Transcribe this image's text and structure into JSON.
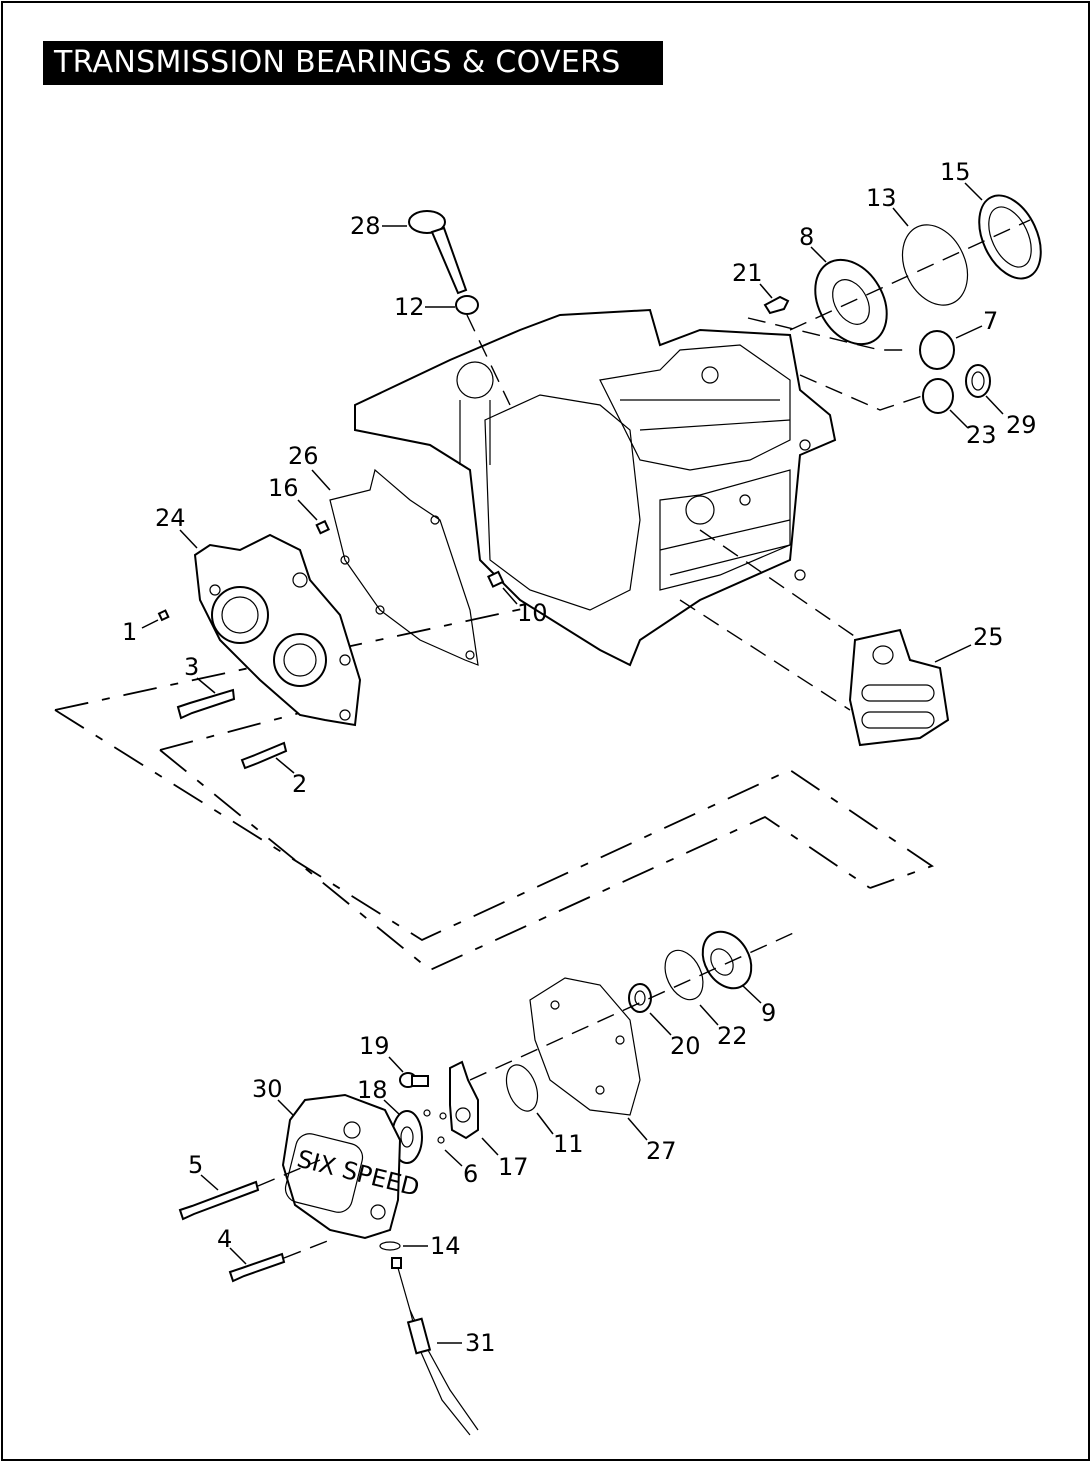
{
  "title": "TRANSMISSION BEARINGS & COVERS",
  "cover_text": "SIX SPEED",
  "callouts": [
    {
      "id": "c1",
      "label": "1"
    },
    {
      "id": "c2",
      "label": "2"
    },
    {
      "id": "c3",
      "label": "3"
    },
    {
      "id": "c4",
      "label": "4"
    },
    {
      "id": "c5",
      "label": "5"
    },
    {
      "id": "c6",
      "label": "6"
    },
    {
      "id": "c7",
      "label": "7"
    },
    {
      "id": "c8",
      "label": "8"
    },
    {
      "id": "c9",
      "label": "9"
    },
    {
      "id": "c10",
      "label": "10"
    },
    {
      "id": "c11",
      "label": "11"
    },
    {
      "id": "c12",
      "label": "12"
    },
    {
      "id": "c13",
      "label": "13"
    },
    {
      "id": "c14",
      "label": "14"
    },
    {
      "id": "c15",
      "label": "15"
    },
    {
      "id": "c16",
      "label": "16"
    },
    {
      "id": "c17",
      "label": "17"
    },
    {
      "id": "c18",
      "label": "18"
    },
    {
      "id": "c19",
      "label": "19"
    },
    {
      "id": "c20",
      "label": "20"
    },
    {
      "id": "c21",
      "label": "21"
    },
    {
      "id": "c22",
      "label": "22"
    },
    {
      "id": "c23",
      "label": "23"
    },
    {
      "id": "c24",
      "label": "24"
    },
    {
      "id": "c25",
      "label": "25"
    },
    {
      "id": "c26",
      "label": "26"
    },
    {
      "id": "c27",
      "label": "27"
    },
    {
      "id": "c28",
      "label": "28"
    },
    {
      "id": "c29",
      "label": "29"
    },
    {
      "id": "c30",
      "label": "30"
    },
    {
      "id": "c31",
      "label": "31"
    }
  ]
}
